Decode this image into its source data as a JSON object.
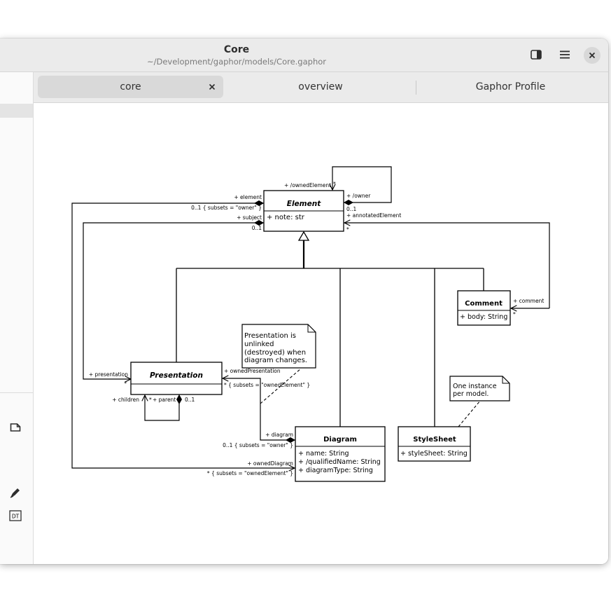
{
  "window": {
    "title": "Core",
    "subtitle": "~/Development/gaphor/models/Core.gaphor"
  },
  "tabs": [
    {
      "label": "core",
      "active": true
    },
    {
      "label": "overview",
      "active": false
    },
    {
      "label": "Gaphor Profile",
      "active": false
    }
  ],
  "sidebar_tools": [
    "note-icon",
    "pen-icon",
    "diagram-type-icon"
  ],
  "diagram_type_label": "DT",
  "diagram": {
    "classes": {
      "element": {
        "name": "Element",
        "attrs": [
          "+ note: str"
        ]
      },
      "comment": {
        "name": "Comment",
        "attrs": [
          "+ body: String"
        ]
      },
      "presentation": {
        "name": "Presentation",
        "attrs": []
      },
      "diagram": {
        "name": "Diagram",
        "attrs": [
          "+ name: String",
          "+ /qualifiedName: String",
          "+ diagramType: String"
        ]
      },
      "stylesheet": {
        "name": "StyleSheet",
        "attrs": [
          "+ styleSheet: String"
        ]
      }
    },
    "notes": {
      "presentation_note": [
        "Presentation is",
        "unlinked",
        "(destroyed) when",
        "diagram changes."
      ],
      "stylesheet_note": [
        "One instance",
        "per model."
      ]
    },
    "labels": {
      "owned_element": "+ /ownedElement",
      "owned_element_mult": "*",
      "owner": "+ /owner",
      "owner_mult": "0..1",
      "element": "+ element",
      "element_mult": "0..1 { subsets = \"owner\" }",
      "annotated_element": "+ annotatedElement",
      "annotated_mult": "*",
      "subject": "+ subject",
      "subject_mult": "0..1",
      "comment": "+ comment",
      "comment_mult": "*",
      "presentation": "+ presentation",
      "presentation_mult": "*",
      "owned_presentation": "+ ownedPresentation",
      "owned_presentation_mult": "* { subsets = \"ownedElement\" }",
      "children": "+ children",
      "children_mult": "*",
      "parent": "+ parent",
      "parent_mult": "0..1",
      "diagram": "+ diagram",
      "diagram_mult": "0..1 { subsets = \"owner\" }",
      "owned_diagram": "+ ownedDiagram",
      "owned_diagram_mult": "* { subsets = \"ownedElement\" }"
    }
  }
}
